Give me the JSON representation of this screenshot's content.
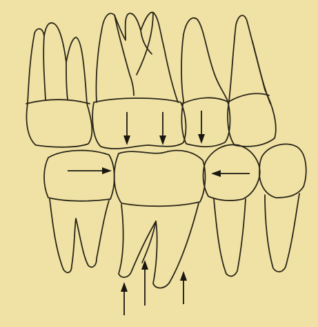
{
  "figure": {
    "background_color": "#efe2a4",
    "line_color": "#2a2418",
    "upper_teeth": [
      "upper-first-molar",
      "upper-second-premolar-crown",
      "upper-first-premolar",
      "upper-canine"
    ],
    "lower_teeth": [
      "lower-second-premolar",
      "lower-first-molar",
      "lower-first-premolar",
      "lower-canine"
    ],
    "arrows": [
      {
        "name": "upper-down-arrow-1",
        "direction": "down"
      },
      {
        "name": "upper-down-arrow-2",
        "direction": "down"
      },
      {
        "name": "upper-down-arrow-3",
        "direction": "down"
      },
      {
        "name": "lower-right-arrow",
        "direction": "right"
      },
      {
        "name": "lower-left-arrow",
        "direction": "left"
      },
      {
        "name": "root-up-arrow-1",
        "direction": "up"
      },
      {
        "name": "root-up-arrow-2",
        "direction": "up"
      },
      {
        "name": "root-up-arrow-3",
        "direction": "up"
      }
    ]
  }
}
